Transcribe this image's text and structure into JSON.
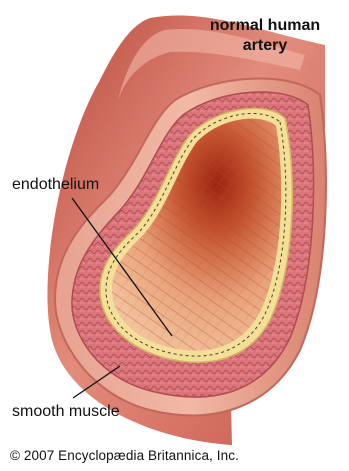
{
  "title_line1": "normal human",
  "title_line2": "artery",
  "labels": {
    "endothelium": "endothelium",
    "smooth_muscle": "smooth muscle"
  },
  "copyright": "© 2007 Encyclopædia Britannica, Inc.",
  "colors": {
    "outer_wall": "#c9544f",
    "outer_wall_light": "#e89a8c",
    "muscle_layer": "#d9787a",
    "endothelium": "#f3df97",
    "lumen": "#b8331e",
    "lumen_light": "#eeb38e"
  }
}
